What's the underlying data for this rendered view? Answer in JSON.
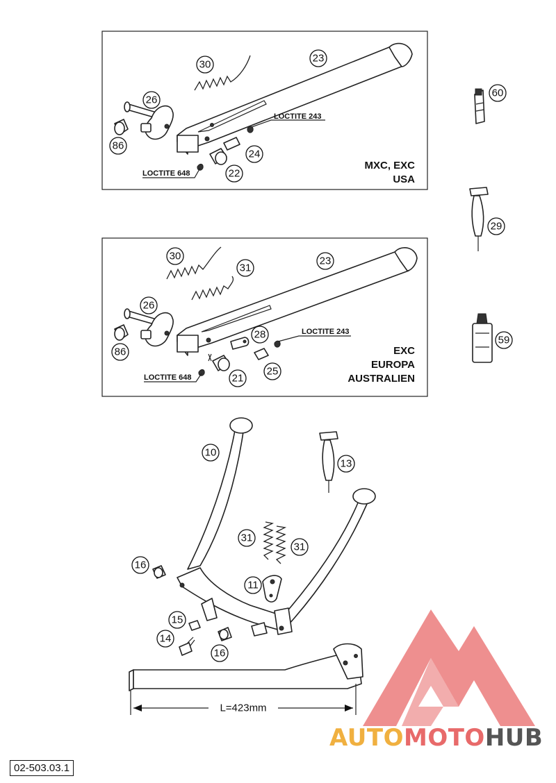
{
  "diagram": {
    "code": "02-503.03.1",
    "dimension": "L=423mm",
    "panels": [
      {
        "region": [
          "MXC, EXC",
          "USA"
        ],
        "notes": [
          "LOCTITE 243",
          "LOCTITE 648"
        ],
        "callouts": [
          "30",
          "23",
          "26",
          "86",
          "24",
          "22"
        ]
      },
      {
        "region": [
          "EXC",
          "EUROPA",
          "AUSTRALIEN"
        ],
        "notes": [
          "LOCTITE 243",
          "LOCTITE 648"
        ],
        "callouts": [
          "30",
          "31",
          "23",
          "26",
          "86",
          "28",
          "25",
          "21"
        ]
      }
    ],
    "side_callouts": [
      "60",
      "29",
      "59"
    ],
    "bottom_callouts": [
      "10",
      "13",
      "31",
      "31",
      "16",
      "11",
      "15",
      "14",
      "16"
    ]
  },
  "watermark": {
    "parts": [
      "AUTO",
      "MOTO",
      "HUB"
    ],
    "colors": [
      "#f0b040",
      "#e86a6a",
      "#555555"
    ]
  }
}
